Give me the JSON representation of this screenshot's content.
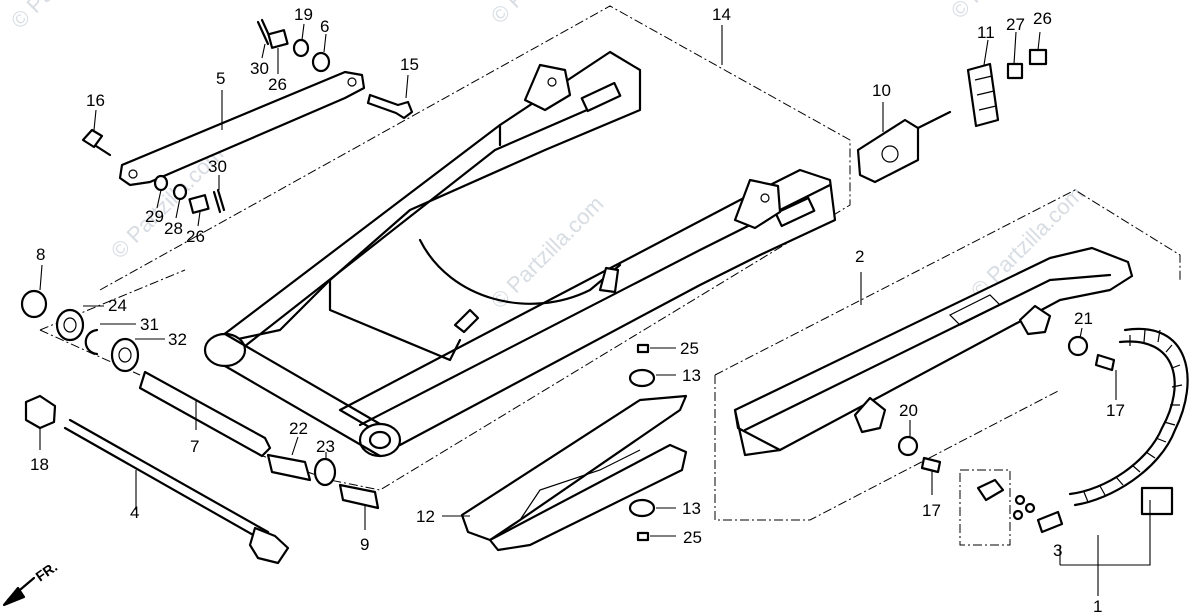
{
  "watermark": "© Partzilla.com",
  "direction_label": "FR.",
  "callouts": [
    {
      "id": "c1",
      "text": "1"
    },
    {
      "id": "c2",
      "text": "2"
    },
    {
      "id": "c3",
      "text": "3"
    },
    {
      "id": "c4",
      "text": "4"
    },
    {
      "id": "c5",
      "text": "5"
    },
    {
      "id": "c6",
      "text": "6"
    },
    {
      "id": "c7",
      "text": "7"
    },
    {
      "id": "c8",
      "text": "8"
    },
    {
      "id": "c9",
      "text": "9"
    },
    {
      "id": "c10",
      "text": "10"
    },
    {
      "id": "c11",
      "text": "11"
    },
    {
      "id": "c12",
      "text": "12"
    },
    {
      "id": "c13a",
      "text": "13"
    },
    {
      "id": "c13b",
      "text": "13"
    },
    {
      "id": "c14",
      "text": "14"
    },
    {
      "id": "c15",
      "text": "15"
    },
    {
      "id": "c16",
      "text": "16"
    },
    {
      "id": "c17a",
      "text": "17"
    },
    {
      "id": "c17b",
      "text": "17"
    },
    {
      "id": "c18",
      "text": "18"
    },
    {
      "id": "c19",
      "text": "19"
    },
    {
      "id": "c20",
      "text": "20"
    },
    {
      "id": "c21",
      "text": "21"
    },
    {
      "id": "c22",
      "text": "22"
    },
    {
      "id": "c23",
      "text": "23"
    },
    {
      "id": "c24",
      "text": "24"
    },
    {
      "id": "c25a",
      "text": "25"
    },
    {
      "id": "c25b",
      "text": "25"
    },
    {
      "id": "c26a",
      "text": "26"
    },
    {
      "id": "c26b",
      "text": "26"
    },
    {
      "id": "c26c",
      "text": "26"
    },
    {
      "id": "c27",
      "text": "27"
    },
    {
      "id": "c28",
      "text": "28"
    },
    {
      "id": "c29",
      "text": "29"
    },
    {
      "id": "c30a",
      "text": "30"
    },
    {
      "id": "c30b",
      "text": "30"
    },
    {
      "id": "c31",
      "text": "31"
    },
    {
      "id": "c32",
      "text": "32"
    }
  ]
}
